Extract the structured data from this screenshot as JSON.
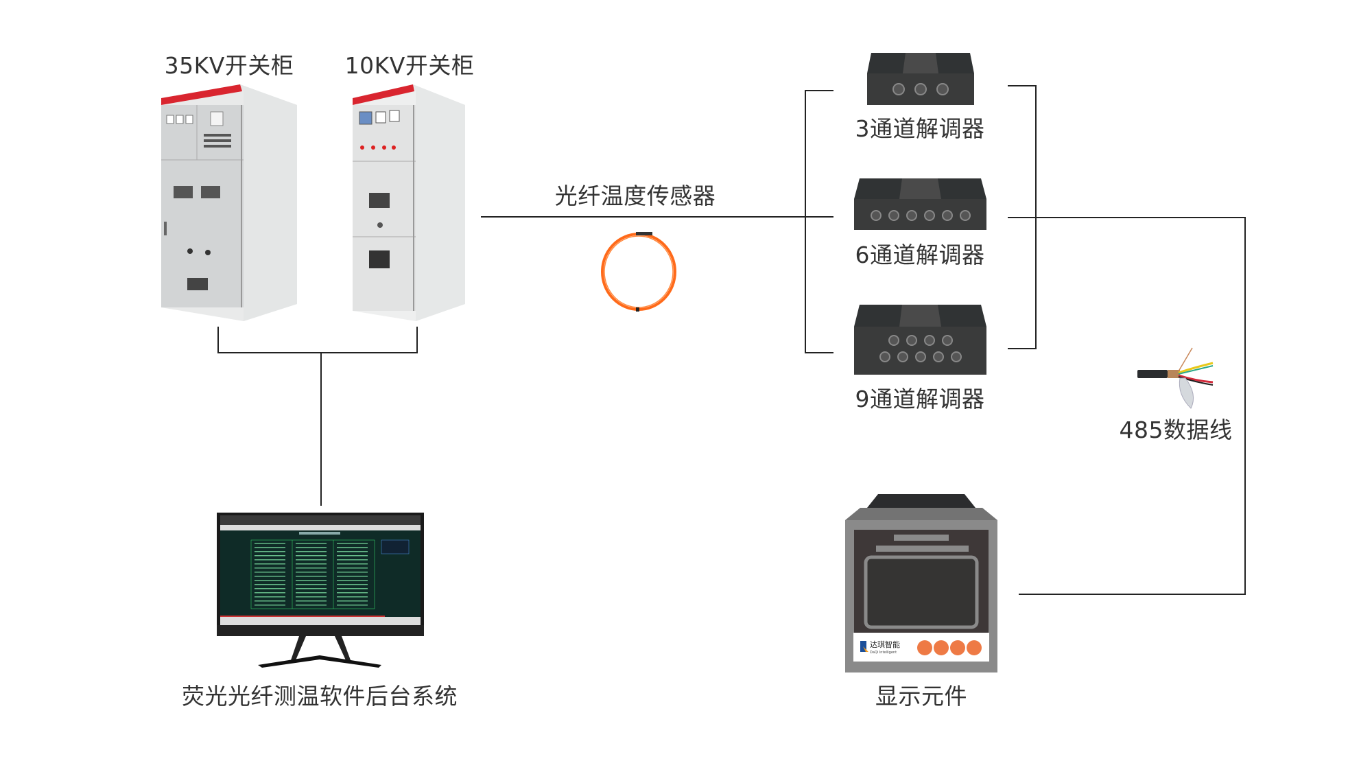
{
  "labels": {
    "cabinet_35kv": "35KV开关柜",
    "cabinet_10kv": "10KV开关柜",
    "fiber_sensor": "光纤温度传感器",
    "demod_3": "3通道解调器",
    "demod_6": "6通道解调器",
    "demod_9": "9通道解调器",
    "rs485_cable": "485数据线",
    "software": "荧光光纤测温软件后台系统",
    "display": "显示元件"
  },
  "display_logo": {
    "cn": "达琪智能",
    "en": "DaQi Intelligent"
  },
  "colors": {
    "line": "#222222",
    "demod_body": "#3a3b3b",
    "fiber": "#ff6a1a",
    "display_button": "#ee7a45",
    "cabinet_top": "#d9252f"
  }
}
